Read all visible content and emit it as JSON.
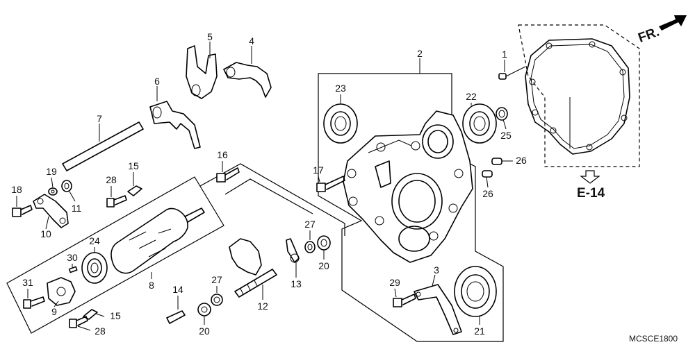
{
  "diagram_code": "MCSCE1800",
  "direction_label": "FR.",
  "reference_label": "E-14",
  "callouts": [
    {
      "id": "c1",
      "text": "1"
    },
    {
      "id": "c2",
      "text": "2"
    },
    {
      "id": "c3",
      "text": "3"
    },
    {
      "id": "c4",
      "text": "4"
    },
    {
      "id": "c5",
      "text": "5"
    },
    {
      "id": "c6",
      "text": "6"
    },
    {
      "id": "c7",
      "text": "7"
    },
    {
      "id": "c8",
      "text": "8"
    },
    {
      "id": "c9",
      "text": "9"
    },
    {
      "id": "c10",
      "text": "10"
    },
    {
      "id": "c11",
      "text": "11"
    },
    {
      "id": "c12",
      "text": "12"
    },
    {
      "id": "c13",
      "text": "13"
    },
    {
      "id": "c14",
      "text": "14"
    },
    {
      "id": "c15a",
      "text": "15"
    },
    {
      "id": "c15b",
      "text": "15"
    },
    {
      "id": "c16",
      "text": "16"
    },
    {
      "id": "c17",
      "text": "17"
    },
    {
      "id": "c18",
      "text": "18"
    },
    {
      "id": "c19",
      "text": "19"
    },
    {
      "id": "c20a",
      "text": "20"
    },
    {
      "id": "c20b",
      "text": "20"
    },
    {
      "id": "c21",
      "text": "21"
    },
    {
      "id": "c22",
      "text": "22"
    },
    {
      "id": "c23",
      "text": "23"
    },
    {
      "id": "c24",
      "text": "24"
    },
    {
      "id": "c25",
      "text": "25"
    },
    {
      "id": "c26a",
      "text": "26"
    },
    {
      "id": "c26b",
      "text": "26"
    },
    {
      "id": "c27a",
      "text": "27"
    },
    {
      "id": "c27b",
      "text": "27"
    },
    {
      "id": "c28a",
      "text": "28"
    },
    {
      "id": "c28b",
      "text": "28"
    },
    {
      "id": "c29",
      "text": "29"
    },
    {
      "id": "c30",
      "text": "30"
    },
    {
      "id": "c31",
      "text": "31"
    }
  ]
}
